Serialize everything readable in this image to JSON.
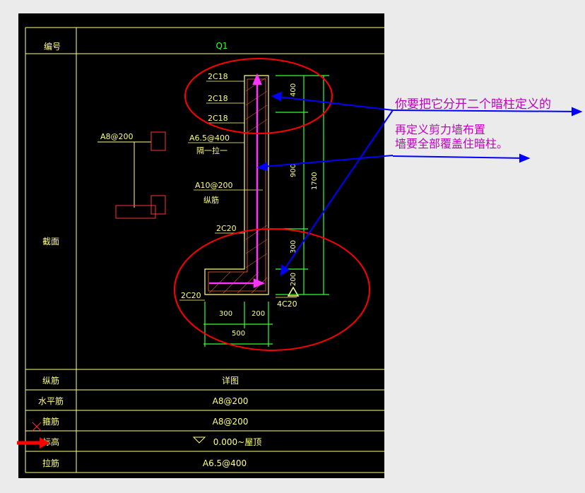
{
  "table": {
    "header_label": "编号",
    "header_value": "Q1",
    "section_label": "截面",
    "rows": [
      {
        "label": "纵筋",
        "value": "详图"
      },
      {
        "label": "水平筋",
        "value": "A8@200"
      },
      {
        "label": "箍筋",
        "value": "A8@200"
      },
      {
        "label": "标高",
        "value": "0.000~屋顶"
      },
      {
        "label": "拉筋",
        "value": "A6.5@400"
      }
    ]
  },
  "drawing": {
    "rebar_top": [
      "2C18",
      "2C18",
      "2C18"
    ],
    "stirrup_label": "A6.5@400",
    "stirrup_note": "隔一拉一",
    "horiz_label": "A10@200",
    "horiz_note": "纵筋",
    "left_label": "A8@200",
    "mid_label": "2C20",
    "bottom_left_label": "2C20",
    "bottom_right_label": "4C20",
    "dim_400": "400",
    "dim_900": "900",
    "dim_1700": "1700",
    "dim_300_right": "300",
    "dim_200_right": "200",
    "dim_300_bottom": "300",
    "dim_200_bottom": "200",
    "dim_500_bottom": "500"
  },
  "annotations": {
    "note1": "你要把它分开二个暗柱定义的",
    "note2_line1": "再定义剪力墙布置",
    "note2_line2": "墙要全部覆盖住暗柱。"
  },
  "colors": {
    "cad_bg": "#000000",
    "table_line": "#ffff80",
    "table_text": "#ffff80",
    "dim_green": "#33ff33",
    "magenta": "#ff33ff",
    "circle_red": "#ff0000",
    "arrow_blue": "#0000ff",
    "note_text": "#c000c0"
  }
}
